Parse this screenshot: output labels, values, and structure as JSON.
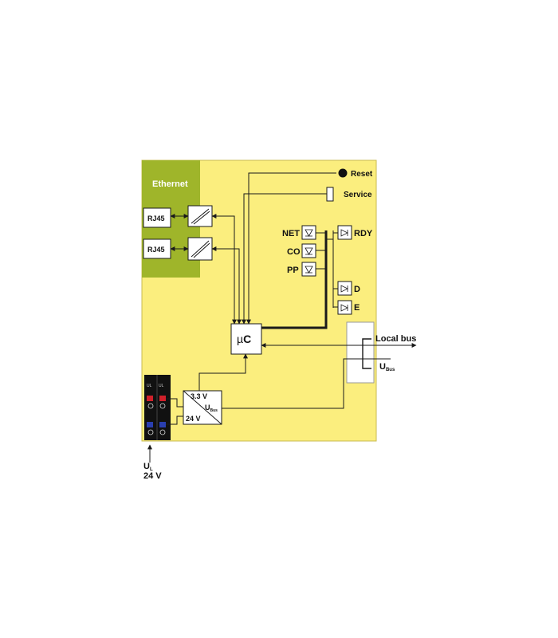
{
  "diagram": {
    "ethernet_label": "Ethernet",
    "rj45_1": "RJ45",
    "rj45_2": "RJ45",
    "reset": "Reset",
    "service": "Service",
    "leds": {
      "net": "NET",
      "co": "CO",
      "pp": "PP",
      "rdy": "RDY",
      "d": "D",
      "e": "E"
    },
    "uc": "C",
    "uc_prefix": "µ",
    "local_bus": "Local bus",
    "ubus_main": "U",
    "ubus_sub": "Bus",
    "psu_top": "3.3 V",
    "psu_right_main": "U",
    "psu_right_sub": "Bus",
    "psu_bottom": "24 V",
    "ul_main": "U",
    "ul_sub": "L",
    "ul_voltage": "24 V",
    "connector_labels": [
      "UL",
      "UL"
    ],
    "colors": {
      "module_bg": "#fbee7e",
      "ethernet_bg": "#9fb52a",
      "line": "#1a1a1a",
      "terminal_red": "#d0202a",
      "terminal_blue": "#2a3fb0"
    }
  }
}
